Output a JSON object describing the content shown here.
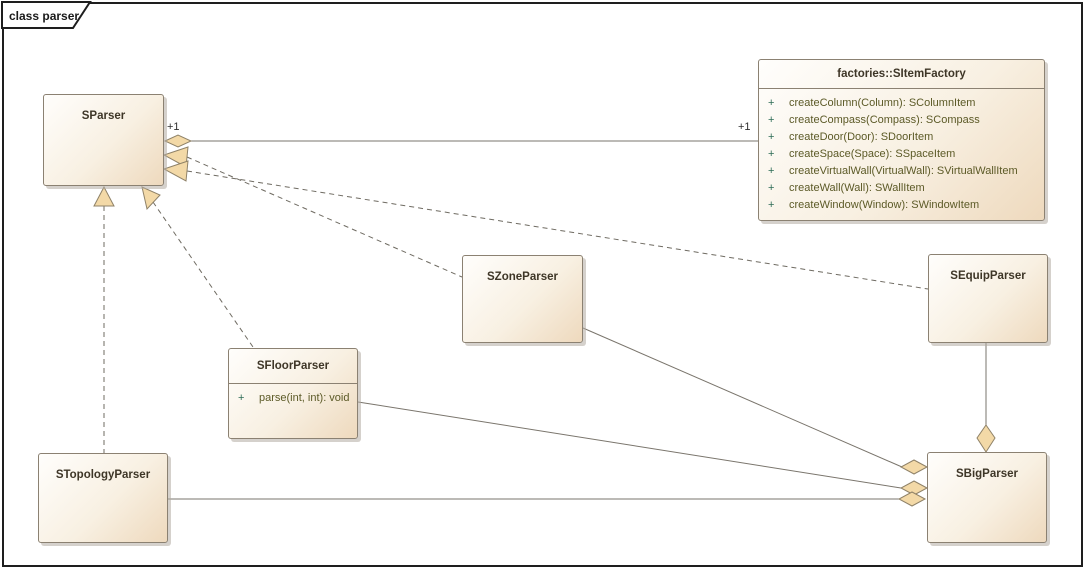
{
  "diagram": {
    "tab_label": "class parser"
  },
  "labels": {
    "sparser_multiplicity": "+1",
    "factory_multiplicity": "+1"
  },
  "classes": {
    "sparser": {
      "name": "SParser"
    },
    "item_factory": {
      "name": "factories::SItemFactory",
      "methods": [
        {
          "visibility": "+",
          "signature": "createColumn(Column): SColumnItem"
        },
        {
          "visibility": "+",
          "signature": "createCompass(Compass): SCompass"
        },
        {
          "visibility": "+",
          "signature": "createDoor(Door): SDoorItem"
        },
        {
          "visibility": "+",
          "signature": "createSpace(Space): SSpaceItem"
        },
        {
          "visibility": "+",
          "signature": "createVirtualWall(VirtualWall): SVirtualWallItem"
        },
        {
          "visibility": "+",
          "signature": "createWall(Wall): SWallItem"
        },
        {
          "visibility": "+",
          "signature": "createWindow(Window): SWindowItem"
        }
      ]
    },
    "szone_parser": {
      "name": "SZoneParser"
    },
    "sequip_parser": {
      "name": "SEquipParser"
    },
    "sfloor_parser": {
      "name": "SFloorParser",
      "methods": [
        {
          "visibility": "+",
          "signature": "parse(int, int): void"
        }
      ]
    },
    "stopology_parser": {
      "name": "STopologyParser"
    },
    "sbig_parser": {
      "name": "SBigParser"
    }
  },
  "relationships": [
    {
      "from": "SParser",
      "to": "factories::SItemFactory",
      "type": "aggregation",
      "from_multiplicity": "+1",
      "to_multiplicity": "+1",
      "line": "solid"
    },
    {
      "from": "SZoneParser",
      "to": "SParser",
      "type": "dependency",
      "line": "dashed"
    },
    {
      "from": "SEquipParser",
      "to": "SParser",
      "type": "dependency",
      "line": "dashed"
    },
    {
      "from": "SFloorParser",
      "to": "SParser",
      "type": "dependency",
      "line": "dashed"
    },
    {
      "from": "STopologyParser",
      "to": "SParser",
      "type": "dependency",
      "line": "dashed"
    },
    {
      "from": "SZoneParser",
      "to": "SBigParser",
      "type": "aggregation",
      "line": "solid"
    },
    {
      "from": "SFloorParser",
      "to": "SBigParser",
      "type": "aggregation",
      "line": "solid"
    },
    {
      "from": "STopologyParser",
      "to": "SBigParser",
      "type": "aggregation",
      "line": "solid"
    },
    {
      "from": "SEquipParser",
      "to": "SBigParser",
      "type": "aggregation",
      "line": "solid"
    }
  ],
  "colors": {
    "box_fill_light": "#fffefc",
    "box_fill_dark": "#eed9bd",
    "box_border": "#8b8172",
    "connector_line": "#7a756c",
    "arrow_diamond_fill": "#f3d9a7",
    "method_text": "#5c5a27",
    "visibility_text": "#2c6b55",
    "title_text": "#3e3627",
    "frame_border": "#1e1e1e"
  }
}
